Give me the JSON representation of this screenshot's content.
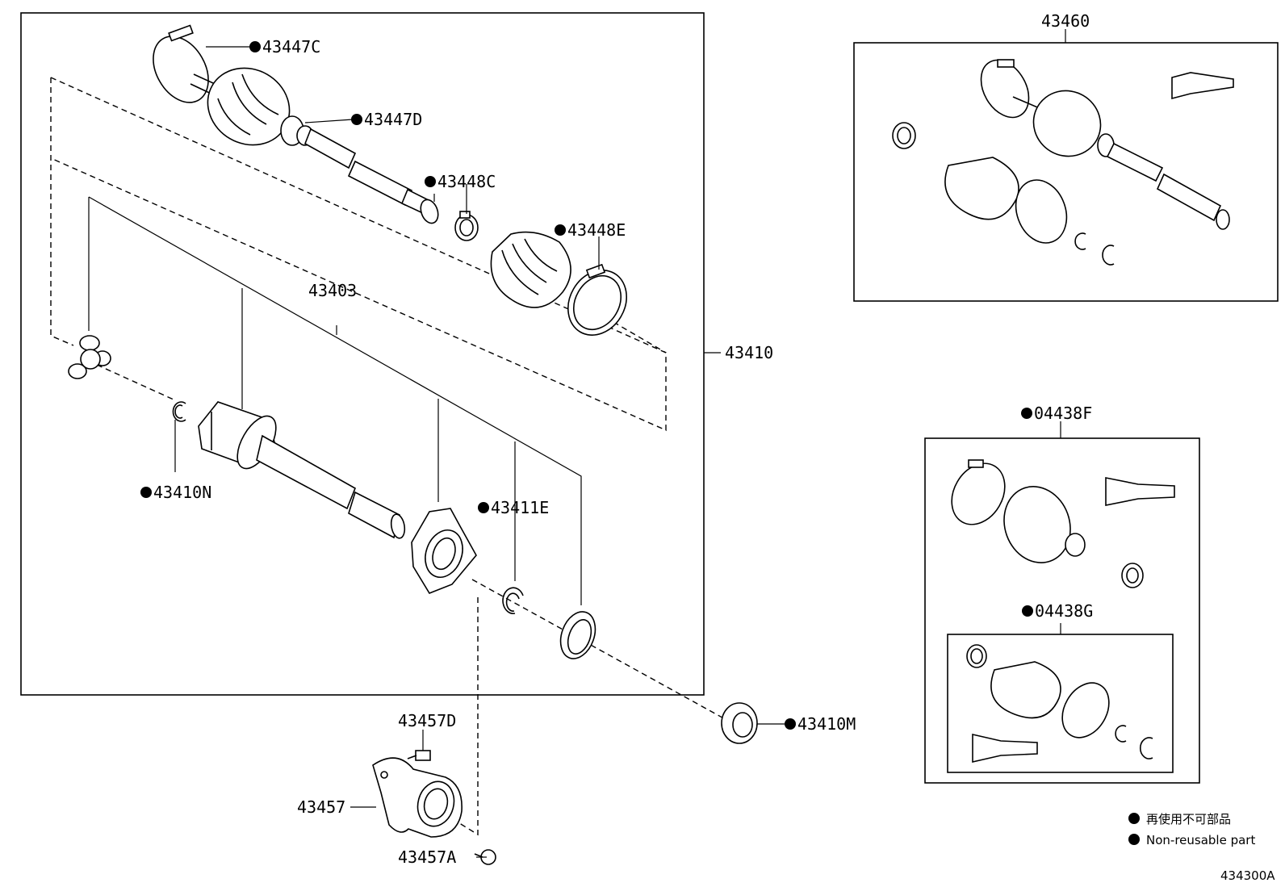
{
  "callouts": {
    "c43447C": "43447C",
    "c43447D": "43447D",
    "c43448C": "43448C",
    "c43448E": "43448E",
    "c43403": "43403",
    "c43410": "43410",
    "c43410N": "43410N",
    "c43411E": "43411E",
    "c43410M": "43410M",
    "c43457D": "43457D",
    "c43457": "43457",
    "c43457A": "43457A",
    "c43460": "43460",
    "c04438F": "04438F",
    "c04438G": "04438G"
  },
  "legend": {
    "line_jp": "再使用不可部品",
    "line_en": "Non-reusable part"
  },
  "figure_code": "434300A"
}
